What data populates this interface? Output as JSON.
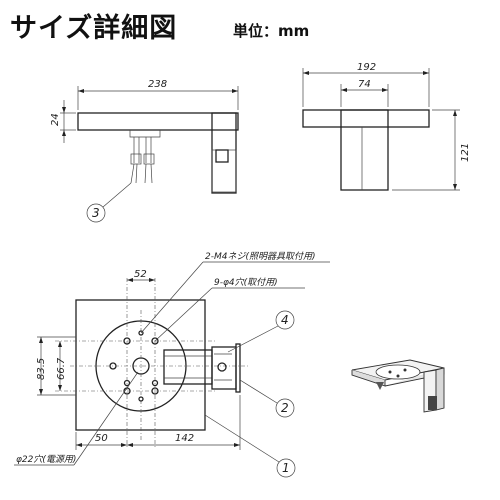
{
  "title": "サイズ詳細図",
  "unit": "単位：mm",
  "dimensions": {
    "width_238": "238",
    "height_24": "24",
    "width_192": "192",
    "width_74": "74",
    "height_121": "121",
    "spacing_52": "52",
    "height_83_5": "83.5",
    "height_66_7": "66.7",
    "offset_50": "50",
    "length_142": "142"
  },
  "notes": {
    "m4_thread": "2-M4ネジ(照明器具取付用)",
    "mount_holes": "9-φ4穴(取付用)",
    "cable_hole": "φ22穴(電源用)"
  },
  "balloons": {
    "one": "1",
    "two": "2",
    "three": "3",
    "four": "4"
  }
}
